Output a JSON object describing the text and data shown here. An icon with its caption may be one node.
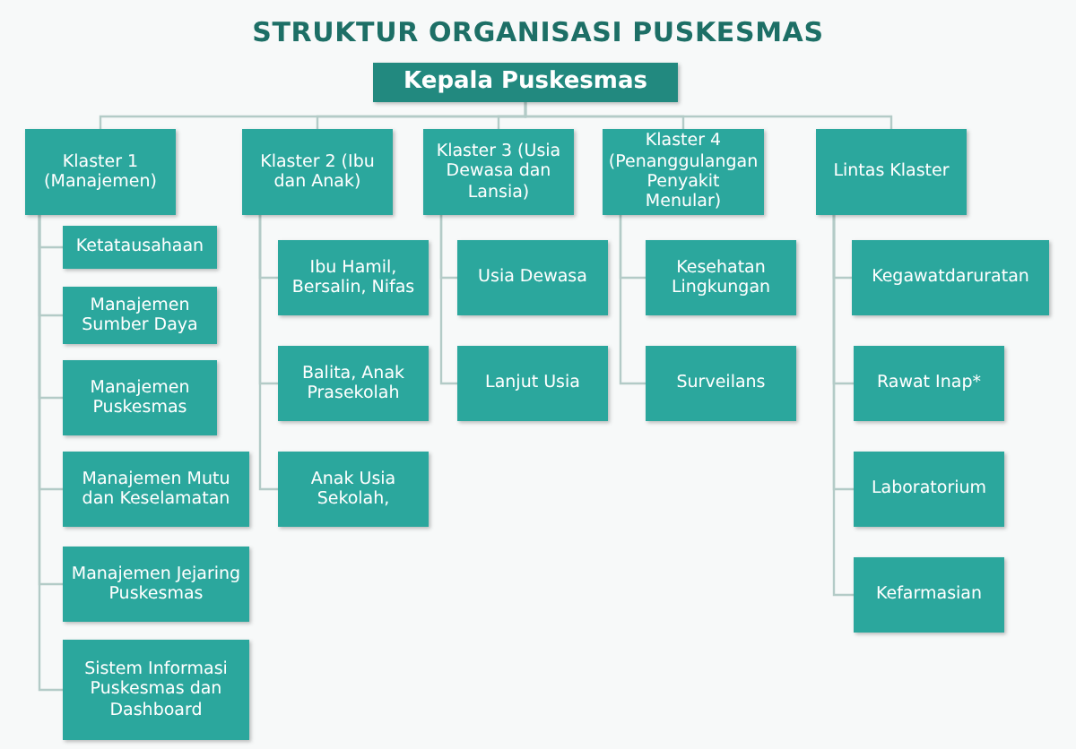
{
  "diagram": {
    "title": "STRUKTUR ORGANISASI PUSKESMAS",
    "nodes": [
      {
        "text": [
          "Kepala Puskesmas"
        ]
      },
      {
        "text": [
          "Klaster 1 (Manajemen)"
        ]
      },
      {
        "text": [
          "Klaster 2 (Ibu dan Anak)"
        ]
      },
      {
        "text": [
          "Klaster 3 (Usia Dewasa dan Lansia)"
        ]
      },
      {
        "text": [
          "Klaster 4 (Penanggulangan Penyakit Menular)"
        ]
      },
      {
        "text": [
          "Lintas Klaster"
        ]
      },
      {
        "text": [
          "Ketatausahaan"
        ]
      },
      {
        "text": [
          "Manajemen Sumber Daya"
        ]
      },
      {
        "text": [
          "Manajemen Puskesmas"
        ]
      },
      {
        "text": [
          "Manajemen Mutu dan Keselamatan"
        ]
      },
      {
        "text": [
          "Manajemen Jejaring Puskesmas"
        ]
      },
      {
        "text": [
          "Sistem Informasi Puskesmas dan Dashboard"
        ]
      },
      {
        "text": [
          "Ibu Hamil, Bersalin, Nifas"
        ]
      },
      {
        "text": [
          "Balita, Anak Prasekolah"
        ]
      },
      {
        "text": [
          "Anak Usia Sekolah,"
        ]
      },
      {
        "text": [
          "Usia Dewasa"
        ]
      },
      {
        "text": [
          "Lanjut Usia"
        ]
      },
      {
        "text": [
          "Kesehatan Lingkungan"
        ]
      },
      {
        "text": [
          "Surveilans"
        ]
      },
      {
        "text": [
          "Kegawatdaruratan"
        ]
      },
      {
        "text": [
          "Rawat Inap*"
        ]
      },
      {
        "text": [
          "Laboratorium"
        ]
      },
      {
        "text": [
          "Kefarmasian"
        ]
      }
    ],
    "edges": [
      {
        "from": 0,
        "to": 1,
        "arrow": "none"
      },
      {
        "from": 0,
        "to": 2,
        "arrow": "none"
      },
      {
        "from": 0,
        "to": 3,
        "arrow": "none"
      },
      {
        "from": 0,
        "to": 4,
        "arrow": "none"
      },
      {
        "from": 0,
        "to": 5,
        "arrow": "none"
      },
      {
        "from": 1,
        "to": 6,
        "arrow": "none"
      },
      {
        "from": 1,
        "to": 7,
        "arrow": "none"
      },
      {
        "from": 1,
        "to": 8,
        "arrow": "none"
      },
      {
        "from": 1,
        "to": 9,
        "arrow": "none"
      },
      {
        "from": 1,
        "to": 10,
        "arrow": "none"
      },
      {
        "from": 1,
        "to": 11,
        "arrow": "none"
      },
      {
        "from": 2,
        "to": 12,
        "arrow": "none"
      },
      {
        "from": 2,
        "to": 13,
        "arrow": "none"
      },
      {
        "from": 2,
        "to": 14,
        "arrow": "none"
      },
      {
        "from": 3,
        "to": 15,
        "arrow": "none"
      },
      {
        "from": 3,
        "to": 16,
        "arrow": "none"
      },
      {
        "from": 4,
        "to": 17,
        "arrow": "none"
      },
      {
        "from": 4,
        "to": 18,
        "arrow": "none"
      },
      {
        "from": 5,
        "to": 19,
        "arrow": "none"
      },
      {
        "from": 5,
        "to": 20,
        "arrow": "none"
      },
      {
        "from": 5,
        "to": 21,
        "arrow": "none"
      },
      {
        "from": 5,
        "to": 22,
        "arrow": "none"
      }
    ]
  }
}
